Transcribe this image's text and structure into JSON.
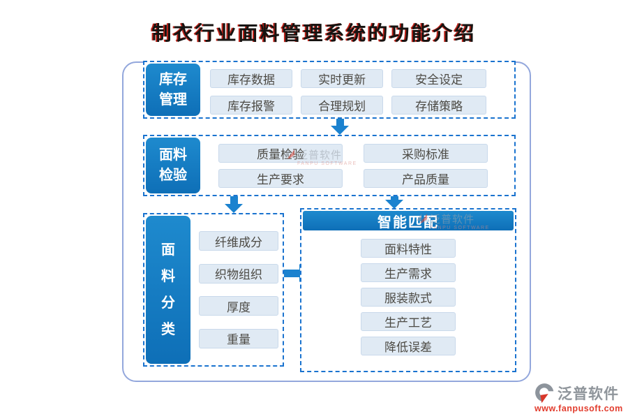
{
  "title": "制衣行业面料管理系统的功能介绍",
  "groups": {
    "inventory": {
      "label": "库存管理",
      "items": [
        "库存数据",
        "实时更新",
        "安全设定",
        "库存报警",
        "合理规划",
        "存储策略"
      ]
    },
    "inspection": {
      "label": "面料检验",
      "items": [
        "质量检验",
        "采购标准",
        "生产要求",
        "产品质量"
      ]
    },
    "classification": {
      "label": "面料分类",
      "items": [
        "纤维成分",
        "织物组织",
        "厚度",
        "重量"
      ]
    },
    "matching": {
      "label": "智能匹配",
      "items": [
        "面料特性",
        "生产需求",
        "服装款式",
        "生产工艺",
        "降低误差"
      ]
    }
  },
  "watermark": {
    "name": "泛普软件",
    "subtitle": "FANPU SOFTWARE"
  },
  "logo": {
    "name": "泛普软件",
    "url": "www.fanpusoft.com"
  },
  "colors": {
    "accent_blue": "#1278c2",
    "dashed_border": "#1a73cf",
    "outer_border": "#93a7dc",
    "item_bg": "#e0eaf4",
    "item_border": "#c9d9eb",
    "title_red_shadow": "#bf2319",
    "logo_gray": "#8f959b",
    "logo_red": "#e23d2e"
  }
}
